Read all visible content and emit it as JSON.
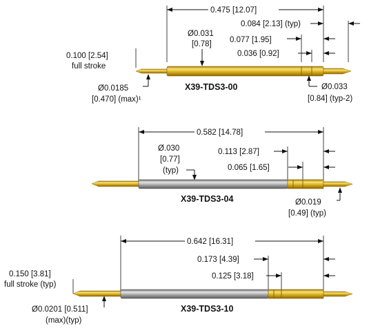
{
  "parts": [
    {
      "part_number": "X39-TDS3-00",
      "labels": {
        "overall": "0.475 [12.07]",
        "tip_len": "0.084 [2.13] (typ)",
        "barrel_dia_a": "Ø0.031",
        "barrel_dia_b": "[0.78]",
        "crimp_a": "0.077 [1.95]",
        "crimp_b": "0.036 [0.92]",
        "stroke_a": "0.100 [2.54]",
        "stroke_b": "full stroke",
        "plunger_dia_a": "Ø0.0185",
        "plunger_dia_b": "[0.470] (max)¹",
        "tip_dia_a": "Ø0.033",
        "tip_dia_b": "[0.84] (typ-2)"
      }
    },
    {
      "part_number": "X39-TDS3-04",
      "labels": {
        "overall": "0.582 [14.78]",
        "barrel_dia_a": "Ø.030",
        "barrel_dia_b": "[0.77]",
        "barrel_dia_c": "(typ)",
        "crimp_a": "0.113 [2.87]",
        "crimp_b": "0.065 [1.65]",
        "tip_dia_a": "Ø0.019",
        "tip_dia_b": "[0.49] (typ)"
      }
    },
    {
      "part_number": "X39-TDS3-10",
      "labels": {
        "overall": "0.642 [16.31]",
        "crimp_a": "0.173 [4.39]",
        "crimp_b": "0.125 [3.18]",
        "stroke_a": "0.150 [3.81]",
        "stroke_b": "full stroke (typ)",
        "plunger_dia_a": "Ø0.0201 [0.511]",
        "plunger_dia_b": "(max)(typ)"
      }
    }
  ],
  "colors": {
    "gold_light": "#f6e27a",
    "gold_mid": "#e0b420",
    "gold_dark": "#a67c08",
    "steel_light": "#e6e6e6",
    "steel_mid": "#a4a4a4",
    "steel_dark": "#6a6a6a"
  }
}
